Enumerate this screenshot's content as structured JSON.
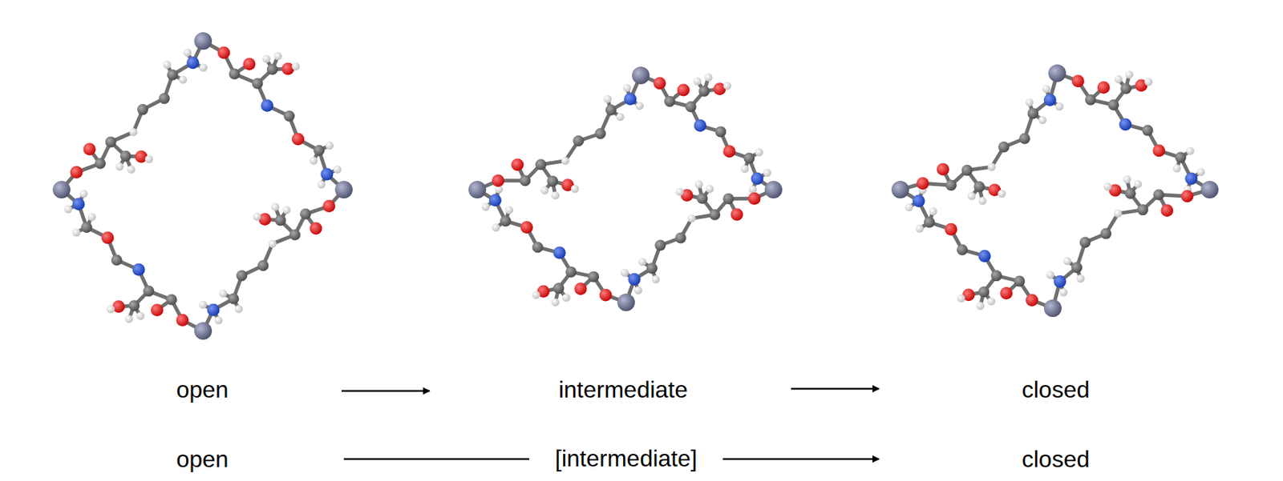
{
  "diagram": {
    "labels": [
      "open",
      "intermediate",
      "closed",
      "open",
      "[intermediate]",
      "closed"
    ]
  }
}
